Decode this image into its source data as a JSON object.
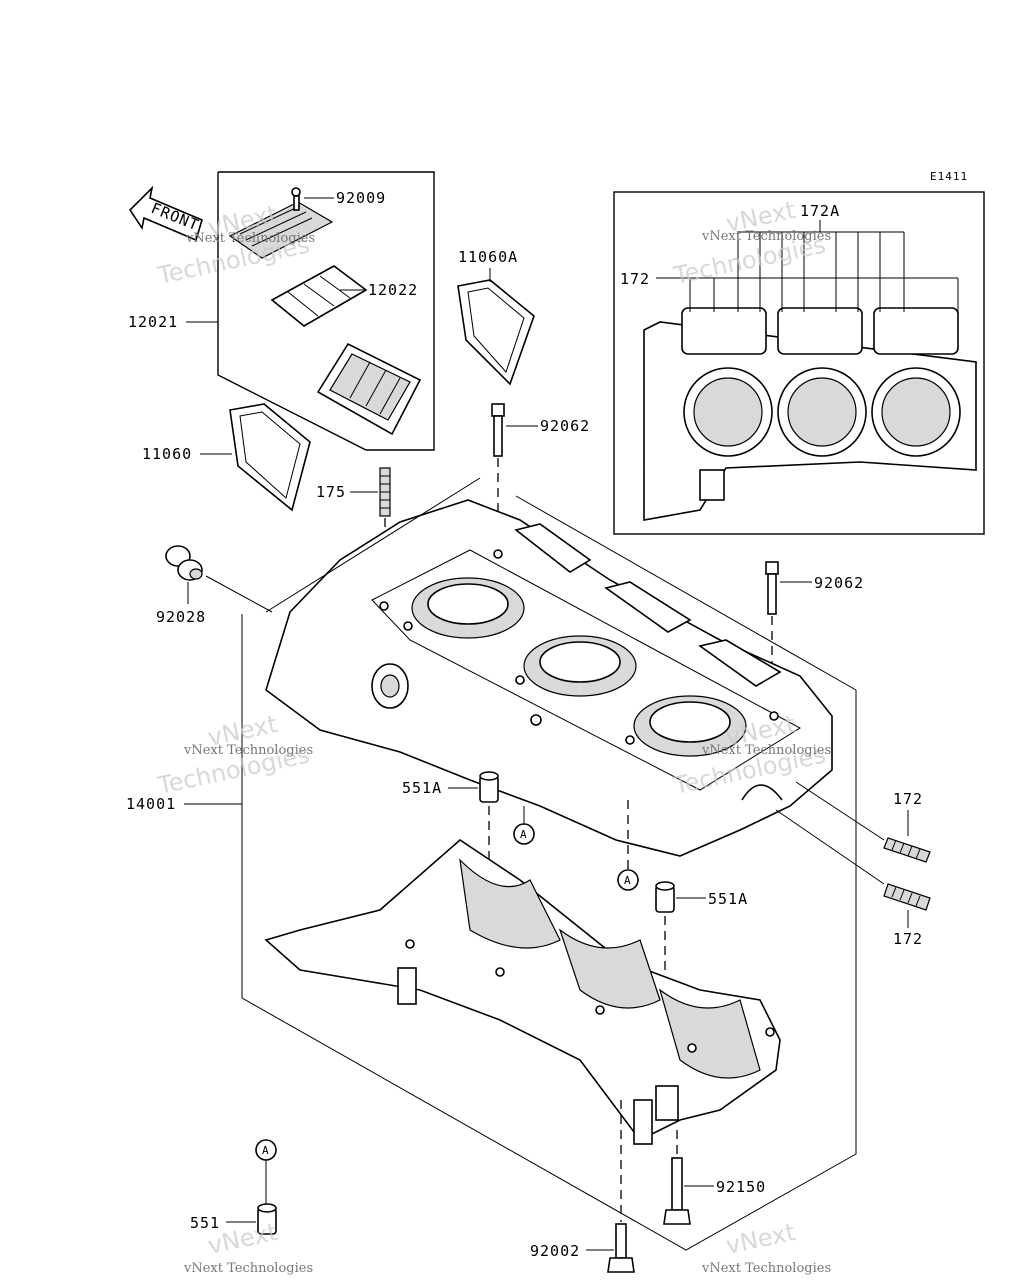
{
  "diagram_code": "E1411",
  "front_arrow_label": "FRONT",
  "callout_marker": "A",
  "watermark": {
    "line1": "vNext",
    "line2": "Technologies",
    "caption": "vNext Technologies"
  },
  "part_numbers": {
    "reed_screw": "92009",
    "reed_valve": "12022",
    "reed_assembly": "12021",
    "gasket_upper": "11060A",
    "gasket_lower": "11060",
    "bolt_upper": "92062",
    "bolt_right": "92062",
    "stud_175": "175",
    "plug": "92028",
    "crankcase": "14001",
    "dowel_upper": "551A",
    "dowel_lower": "551A",
    "stud_upper": "172",
    "stud_lower": "172",
    "inset_stud_a": "172A",
    "inset_stud": "172",
    "bolt_lower": "92150",
    "dowel_a": "551",
    "bolt_bottom": "92002"
  }
}
